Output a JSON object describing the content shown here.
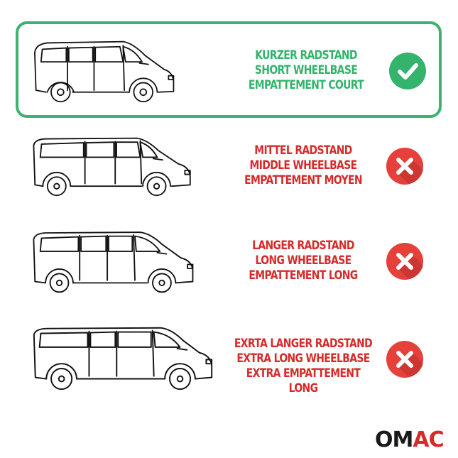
{
  "rows": [
    {
      "status": "check",
      "lines": [
        "KURZER RADSTAND",
        "SHORT WHEELBASE",
        "EMPATTEMENT COURT"
      ],
      "selected": true
    },
    {
      "status": "cross",
      "lines": [
        "MITTEL RADSTAND",
        "MIDDLE WHEELBASE",
        "EMPATTEMENT MOYEN"
      ],
      "selected": false
    },
    {
      "status": "cross",
      "lines": [
        "LANGER RADSTAND",
        "LONG WHEELBASE",
        "EMPATTEMENT LONG"
      ],
      "selected": false
    },
    {
      "status": "cross",
      "lines": [
        "EXRTA LANGER RADSTAND",
        "EXTRA LONG WHEELBASE",
        "EXTRA EMPATTEMENT LONG"
      ],
      "selected": false
    }
  ],
  "colors": {
    "check_green": "#33b36c",
    "cross_red": "#e5403a",
    "border_green": "#3cb371",
    "text_red": "#d62b2b"
  },
  "logo": {
    "part1": "OM",
    "part2": "AC"
  },
  "icons": {
    "check": "check-circle-icon",
    "cross": "cross-circle-icon"
  }
}
